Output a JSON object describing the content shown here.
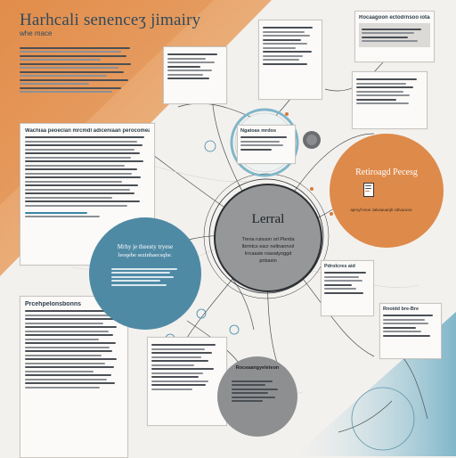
{
  "header": {
    "title": "Harhcali senenceʒ jimairy",
    "subtitle": "whe mace"
  },
  "top_left_panel": {
    "lines": 14
  },
  "cards": {
    "top_center_left": {
      "heading": ""
    },
    "top_center": {
      "heading": ""
    },
    "top_right": {
      "heading": "Rocaagoon ectodrnsoo iotaalne"
    },
    "right_mid": {
      "heading": ""
    },
    "left_main": {
      "heading": "Wachiaa peoeclan mrcmdl adiceniaan perocomeataee"
    },
    "left_bottom": {
      "heading": "Prcehpelonsbonns"
    },
    "center_top_small": {
      "heading": "Ngatoas mrdos"
    },
    "center_right_small": {
      "heading": "Pdrolcres aid"
    },
    "right_bottom": {
      "heading": "Rnoidd bre-Bre"
    },
    "bottom_center": {
      "heading": ""
    }
  },
  "circles": {
    "center": {
      "title": "Lerral",
      "lines": [
        "Trena ruisuon orl Pterda",
        "Ibrmtcs eacr neltnanrvol",
        "lrrcaasie roasatyoggd",
        "pnbasin"
      ]
    },
    "orange": {
      "title": "Retiroagd Pecesg",
      "caption": "aproyf  reoe  Jalvaauanjlr cdlvaoxce"
    },
    "teal": {
      "title": "Mrhy je theesty tryese",
      "subtitle": "leoqebe sezinhaecsqhe."
    },
    "gray_bottom": {
      "title": "Roceaangyeleteon"
    }
  },
  "colors": {
    "orange": "#de8a4a",
    "teal": "#4f8aa5",
    "gray": "#8e8f91",
    "center_fill": "#969798",
    "accent_blue": "#79b4c7"
  }
}
